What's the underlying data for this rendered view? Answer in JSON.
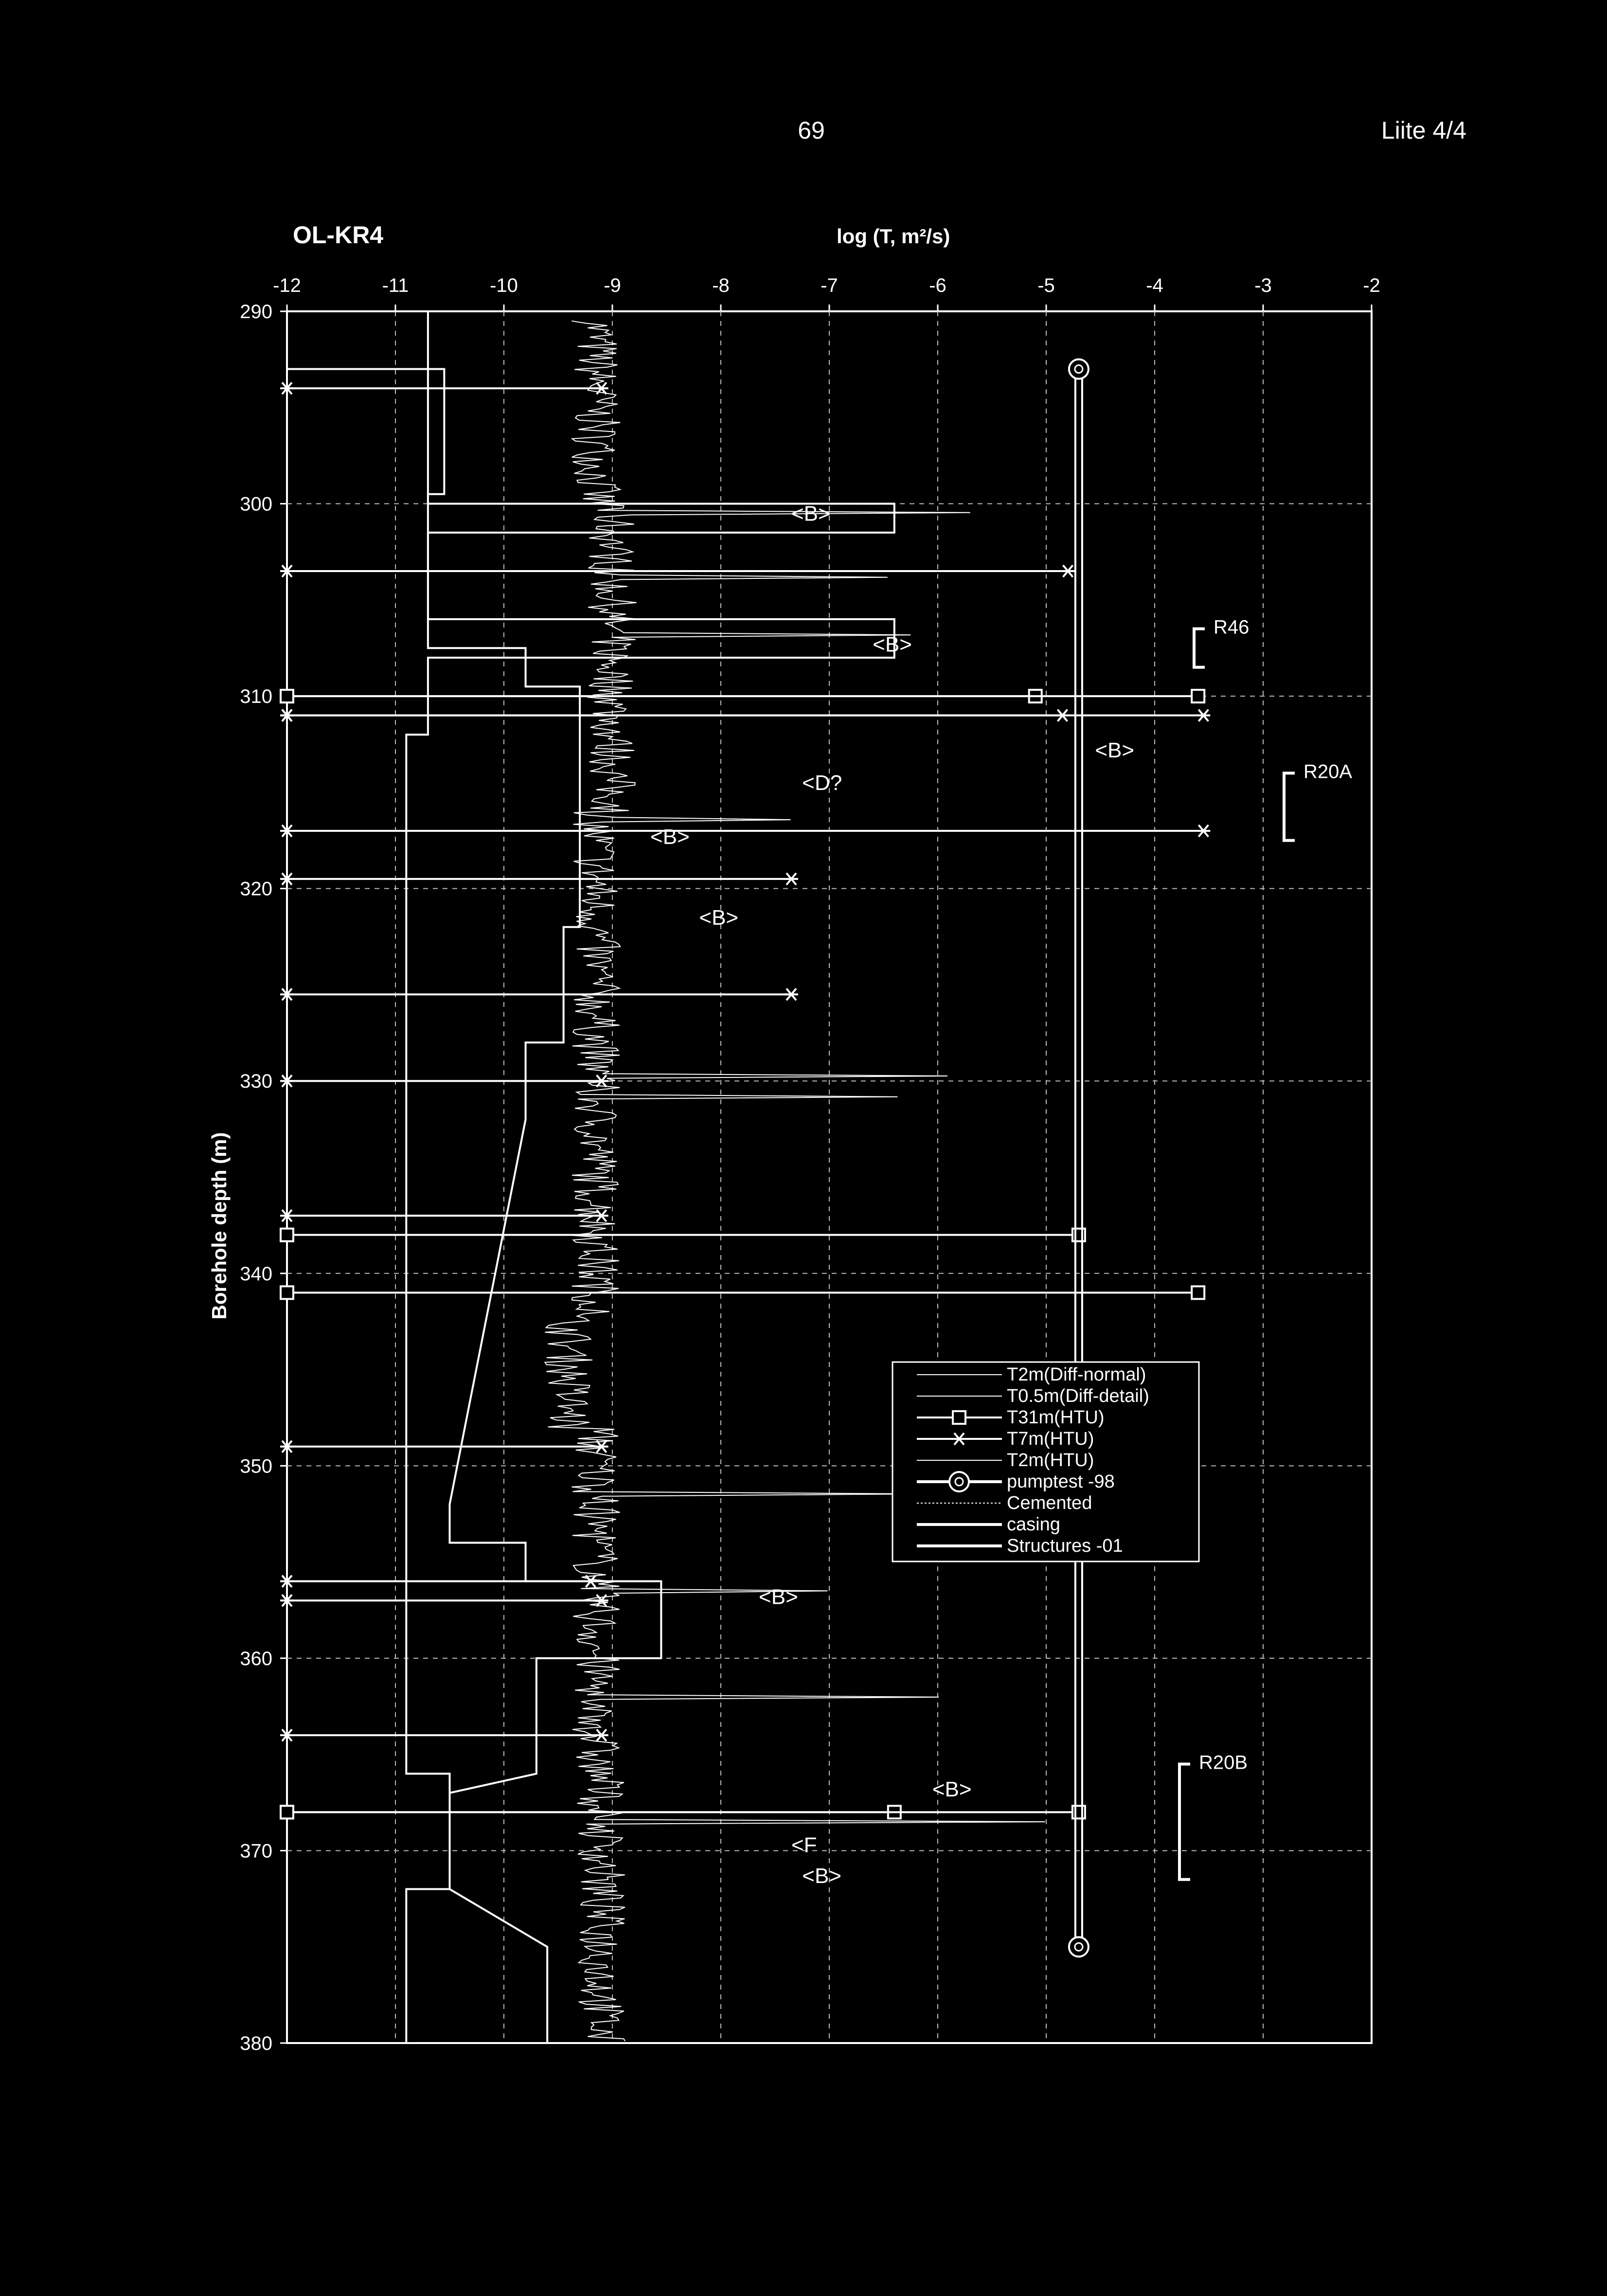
{
  "page": {
    "page_number": "69",
    "appendix": "Liite 4/4",
    "borehole": "OL-KR4"
  },
  "colors": {
    "background": "#000000",
    "foreground": "#ffffff",
    "grid": "#bbbbbb"
  },
  "chart_data": {
    "type": "line",
    "title": "OL-KR4",
    "xlabel": "log (T, m²/s)",
    "ylabel": "Borehole depth (m)",
    "xlim": [
      -12,
      -2
    ],
    "ylim": [
      290,
      380
    ],
    "y_inverted": true,
    "x_ticks": [
      "-12",
      "-11",
      "-10",
      "-9",
      "-8",
      "-7",
      "-6",
      "-5",
      "-4",
      "-3",
      "-2"
    ],
    "y_ticks": [
      "290",
      "300",
      "310",
      "320",
      "330",
      "340",
      "350",
      "360",
      "370",
      "380"
    ],
    "grid": true,
    "legend": {
      "placement": "lower-right",
      "entries": [
        {
          "label": "T2m(Diff-normal)",
          "marker": "none",
          "style": "thin"
        },
        {
          "label": "T0.5m(Diff-detail)",
          "marker": "none",
          "style": "thin"
        },
        {
          "label": "T31m(HTU)",
          "marker": "square",
          "style": "line"
        },
        {
          "label": "T7m(HTU)",
          "marker": "asterisk",
          "style": "line"
        },
        {
          "label": "T2m(HTU)",
          "marker": "none",
          "style": "thin"
        },
        {
          "label": "pumptest -98",
          "marker": "circle",
          "style": "thick"
        },
        {
          "label": "Cemented",
          "marker": "none",
          "style": "dotted"
        },
        {
          "label": "casing",
          "marker": "none",
          "style": "thick"
        },
        {
          "label": "Structures -01",
          "marker": "none",
          "style": "thick"
        }
      ]
    },
    "series": [
      {
        "name": "T2m(Diff-normal)",
        "style": "step",
        "steps": [
          {
            "from": 290,
            "to": 300,
            "x": -10.7
          },
          {
            "from": 300,
            "to": 301.5,
            "x": -6.4
          },
          {
            "from": 301.5,
            "to": 306,
            "x": -10.7
          },
          {
            "from": 306,
            "to": 308,
            "x": -6.4
          },
          {
            "from": 308,
            "to": 312,
            "x": -10.7
          },
          {
            "from": 312,
            "to": 324,
            "x": -10.9
          },
          {
            "from": 324,
            "to": 356,
            "x": -10.9
          },
          {
            "from": 356,
            "to": 366,
            "x": -10.9
          },
          {
            "from": 366,
            "to": 372,
            "x": -10.5
          },
          {
            "from": 372,
            "to": 380,
            "x": -10.9
          }
        ]
      },
      {
        "name": "T2m(HTU)",
        "style": "step",
        "steps": [
          {
            "from": 293,
            "to": 299.5,
            "x": -10.55
          },
          {
            "from": 299.5,
            "to": 301.5,
            "x": -10.7
          },
          {
            "from": 301.5,
            "to": 307.5,
            "x": -10.7
          },
          {
            "from": 307.5,
            "to": 309.5,
            "x": -9.8
          },
          {
            "from": 309.5,
            "to": 322,
            "x": -9.3
          },
          {
            "from": 322,
            "to": 328,
            "x": -9.45
          },
          {
            "from": 328,
            "to": 332,
            "x": -9.8
          },
          {
            "from": 352,
            "to": 354,
            "x": -10.5
          },
          {
            "from": 354,
            "to": 356,
            "x": -9.8
          },
          {
            "from": 356,
            "to": 360,
            "x": -8.55
          },
          {
            "from": 360,
            "to": 366,
            "x": -9.7
          },
          {
            "from": 367,
            "to": 372,
            "x": -10.5
          },
          {
            "from": 375,
            "to": 380,
            "x": -9.6
          }
        ]
      },
      {
        "name": "T31m(HTU)",
        "points": [
          {
            "y": 310,
            "x": -5.1
          },
          {
            "y": 310,
            "x": -3.6
          },
          {
            "y": 338,
            "x": -4.7
          },
          {
            "y": 341,
            "x": -3.6
          },
          {
            "y": 368,
            "x": -6.4
          },
          {
            "y": 368,
            "x": -4.7
          }
        ]
      },
      {
        "name": "T7m(HTU)",
        "points": [
          {
            "y": 294,
            "x": -9.1
          },
          {
            "y": 303.5,
            "x": -4.8
          },
          {
            "y": 311,
            "x": -4.85
          },
          {
            "y": 311,
            "x": -3.55
          },
          {
            "y": 317,
            "x": -3.55
          },
          {
            "y": 319.5,
            "x": -7.35
          },
          {
            "y": 325.5,
            "x": -7.35
          },
          {
            "y": 330,
            "x": -9.1
          },
          {
            "y": 337,
            "x": -9.1
          },
          {
            "y": 349,
            "x": -9.1
          },
          {
            "y": 356,
            "x": -9.2
          },
          {
            "y": 357,
            "x": -9.1
          },
          {
            "y": 364,
            "x": -9.1
          }
        ]
      },
      {
        "name": "pumptest -98",
        "points": [
          {
            "y": 293,
            "x": -4.7
          },
          {
            "y": 375,
            "x": -4.7
          }
        ]
      }
    ],
    "annotations": [
      {
        "text": "<B>",
        "x": -7.35,
        "y": 300.5
      },
      {
        "text": "<B>",
        "x": -6.6,
        "y": 307.3
      },
      {
        "text": "<B>",
        "x": -4.55,
        "y": 312.8
      },
      {
        "text": "<D?",
        "x": -7.25,
        "y": 314.5
      },
      {
        "text": "<B>",
        "x": -8.65,
        "y": 317.3
      },
      {
        "text": "<B>",
        "x": -8.2,
        "y": 321.5
      },
      {
        "text": "<B>",
        "x": -7.65,
        "y": 356.8
      },
      {
        "text": "<B>",
        "x": -6.05,
        "y": 366.8
      },
      {
        "text": "<F",
        "x": -7.35,
        "y": 369.7
      },
      {
        "text": "<B>",
        "x": -7.25,
        "y": 371.3
      }
    ],
    "structures": [
      {
        "label": "R46",
        "from": 306.5,
        "to": 308.5
      },
      {
        "label": "R20A",
        "from": 314,
        "to": 317.5
      },
      {
        "label": "R20B",
        "from": 365.5,
        "to": 371.5
      }
    ]
  }
}
